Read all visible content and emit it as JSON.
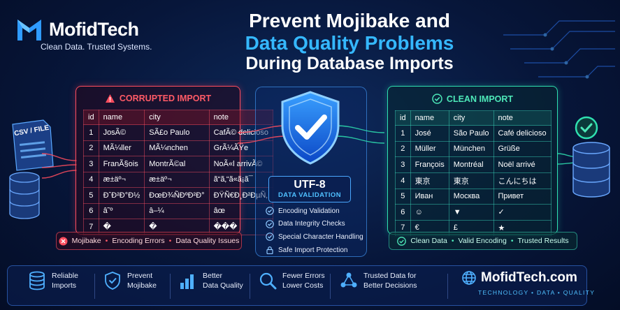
{
  "brand": {
    "name": "MofidTech",
    "tagline": "Clean Data. Trusted Systems."
  },
  "headline": {
    "line1": "Prevent Mojibake and",
    "line2": "Data Quality Problems",
    "line3": "During Database Imports"
  },
  "source_label": "CSV / FILE",
  "corrupted": {
    "title": "CORRUPTED IMPORT",
    "columns": [
      "id",
      "name",
      "city",
      "note"
    ],
    "rows": [
      [
        "1",
        "JosÃ©",
        "SÃ£o Paulo",
        "CafÃ© delicioso"
      ],
      [
        "2",
        "MÃ¼ller",
        "MÃ¼nchen",
        "GrÃ¼ÃŸe"
      ],
      [
        "3",
        "FranÃ§ois",
        "MontrÃ©al",
        "NoÃ«l arrivÃ©"
      ],
      [
        "4",
        "æ±äº¬",
        "æ±äº¬",
        "ã“ã‚“ã«ã¡ã¯"
      ],
      [
        "5",
        "ÐˆÐ²Ð°Ð½",
        "ÐœÐ¾ÑÐºÐ²Ð°",
        "ÐŸÑ€Ð¸Ð²ÐµÑ‚"
      ],
      [
        "6",
        "â˜º",
        "â–¼",
        "âœ"
      ],
      [
        "7",
        "�",
        "�",
        "���"
      ]
    ],
    "issues": [
      "Mojibake",
      "Encoding Errors",
      "Data Quality Issues"
    ]
  },
  "validation": {
    "title": "UTF-8",
    "subtitle": "DATA VALIDATION",
    "checks": [
      "Encoding Validation",
      "Data Integrity Checks",
      "Special Character Handling",
      "Safe Import Protection"
    ]
  },
  "clean": {
    "title": "CLEAN IMPORT",
    "columns": [
      "id",
      "name",
      "city",
      "note"
    ],
    "rows": [
      [
        "1",
        "José",
        "São Paulo",
        "Café delicioso"
      ],
      [
        "2",
        "Müller",
        "München",
        "Grüße"
      ],
      [
        "3",
        "François",
        "Montréal",
        "Noël arrivé"
      ],
      [
        "4",
        "東京",
        "東京",
        "こんにちは"
      ],
      [
        "5",
        "Иван",
        "Москва",
        "Привет"
      ],
      [
        "6",
        "☺",
        "▼",
        "✓"
      ],
      [
        "7",
        "€",
        "£",
        "★"
      ]
    ],
    "results": [
      "Clean Data",
      "Valid Encoding",
      "Trusted Results"
    ]
  },
  "features": [
    {
      "icon": "database-icon",
      "line1": "Reliable",
      "line2": "Imports"
    },
    {
      "icon": "shield-check-icon",
      "line1": "Prevent",
      "line2": "Mojibake"
    },
    {
      "icon": "bar-chart-icon",
      "line1": "Better",
      "line2": "Data Quality"
    },
    {
      "icon": "magnifier-icon",
      "line1": "Fewer Errors",
      "line2": "Lower Costs"
    },
    {
      "icon": "network-icon",
      "line1": "Trusted Data for",
      "line2": "Better Decisions"
    }
  ],
  "site": {
    "name": "MofidTech.com",
    "tagline": "TECHNOLOGY  •  DATA  •  QUALITY"
  },
  "colors": {
    "accent_blue": "#35b8ff",
    "error_red": "#ff4d5e",
    "success_green": "#2fe0b0",
    "background": "#07163a"
  }
}
